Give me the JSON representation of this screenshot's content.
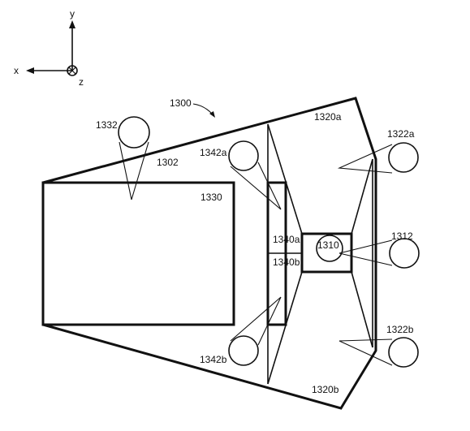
{
  "axes": {
    "x": "x",
    "y": "y",
    "z": "z"
  },
  "figure": {
    "number": "1300"
  },
  "labels": {
    "l1302": "1302",
    "l1310": "1310",
    "l1312": "1312",
    "l1320a": "1320a",
    "l1320b": "1320b",
    "l1322a": "1322a",
    "l1322b": "1322b",
    "l1330": "1330",
    "l1332": "1332",
    "l1340a": "1340a",
    "l1340b": "1340b",
    "l1342a": "1342a",
    "l1342b": "1342b"
  },
  "colors": {
    "line": "#111111",
    "background": "#ffffff"
  }
}
